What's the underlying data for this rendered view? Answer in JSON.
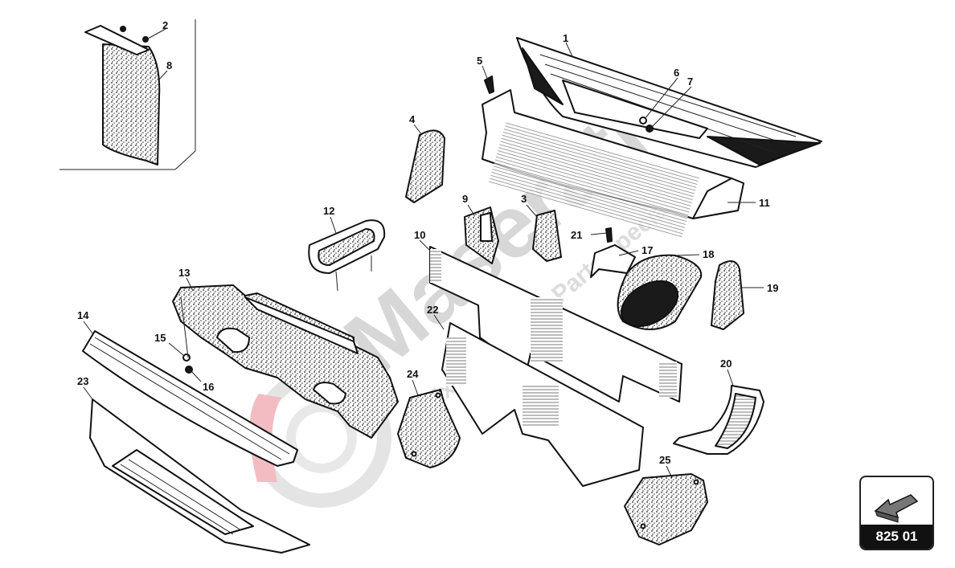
{
  "watermark": {
    "brand": "Maserati",
    "tagline": "Exclusive Car Parts specialist"
  },
  "reference": {
    "code": "825 01",
    "icon": "arrow-icon"
  },
  "callouts": {
    "c1": "1",
    "c2": "2",
    "c3": "3",
    "c4": "4",
    "c5": "5",
    "c6": "6",
    "c7": "7",
    "c8": "8",
    "c9": "9",
    "c10": "10",
    "c11": "11",
    "c12": "12",
    "c13": "13",
    "c14": "14",
    "c15": "15",
    "c16": "16",
    "c17": "17",
    "c18": "18",
    "c19": "19",
    "c20": "20",
    "c21": "21",
    "c22": "22",
    "c23": "23",
    "c24": "24",
    "c25": "25"
  }
}
